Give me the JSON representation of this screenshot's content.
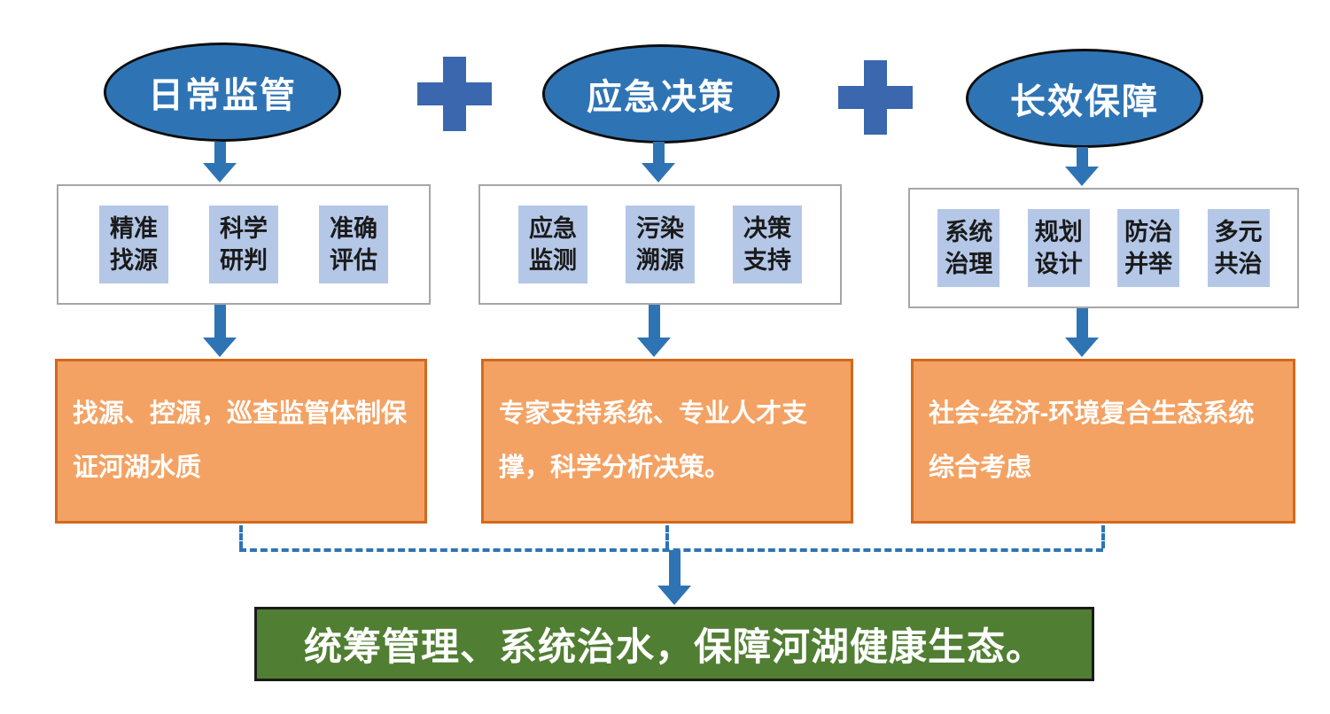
{
  "diagram": {
    "plus_separator": "+",
    "columns": [
      {
        "title": "日常监管",
        "tags": [
          "精准\n找源",
          "科学\n研判",
          "准确\n评估"
        ],
        "description": "找源、控源，巡查监管体制保证河湖水质"
      },
      {
        "title": "应急决策",
        "tags": [
          "应急\n监测",
          "污染\n溯源",
          "决策\n支持"
        ],
        "description": "专家支持系统、专业人才支撑，科学分析决策。"
      },
      {
        "title": "长效保障",
        "tags": [
          "系统\n治理",
          "规划\n设计",
          "防治\n并举",
          "多元\n共治"
        ],
        "description": "社会-经济-环境复合生态系统综合考虑"
      }
    ],
    "conclusion": "统筹管理、系统治水，保障河湖健康生态。"
  },
  "colors": {
    "ellipse_blue": "#2e74b5",
    "plus_blue": "#3a67ae",
    "arrow_blue": "#2e74b5",
    "tag_blue": "#b4c7e7",
    "measure_box_border": "#a6a6a6",
    "orange_fill": "#f4a263",
    "orange_border": "#d2691e",
    "green_fill": "#507e32"
  }
}
